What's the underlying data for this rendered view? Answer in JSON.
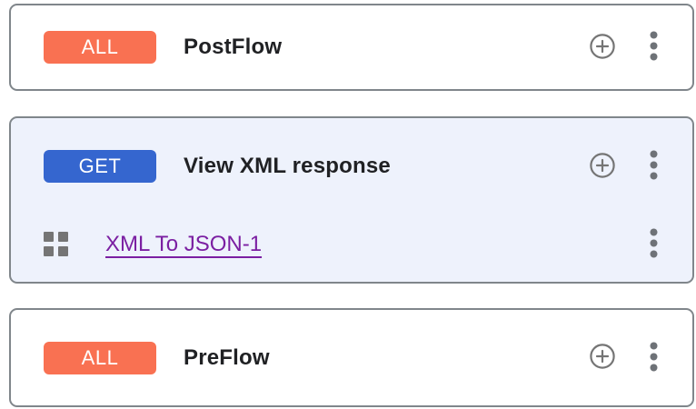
{
  "cards": [
    {
      "badge": "ALL",
      "title": "PostFlow",
      "selected": false
    },
    {
      "badge": "GET",
      "title": "View XML response",
      "selected": true,
      "steps": [
        {
          "label": "XML To JSON-1"
        }
      ]
    },
    {
      "badge": "ALL",
      "title": "PreFlow",
      "selected": false
    }
  ],
  "icons": {
    "add": "plus-circle-icon",
    "menu": "kebab-menu-icon",
    "drag": "drag-handle-icon"
  },
  "colors": {
    "all_badge": "#F97152",
    "get_badge": "#3566CF",
    "selected_card_bg": "#EEF2FC",
    "card_border": "#80868B",
    "icon_gray": "#757575",
    "step_link": "#7B1FA2",
    "title_text": "#202124"
  }
}
